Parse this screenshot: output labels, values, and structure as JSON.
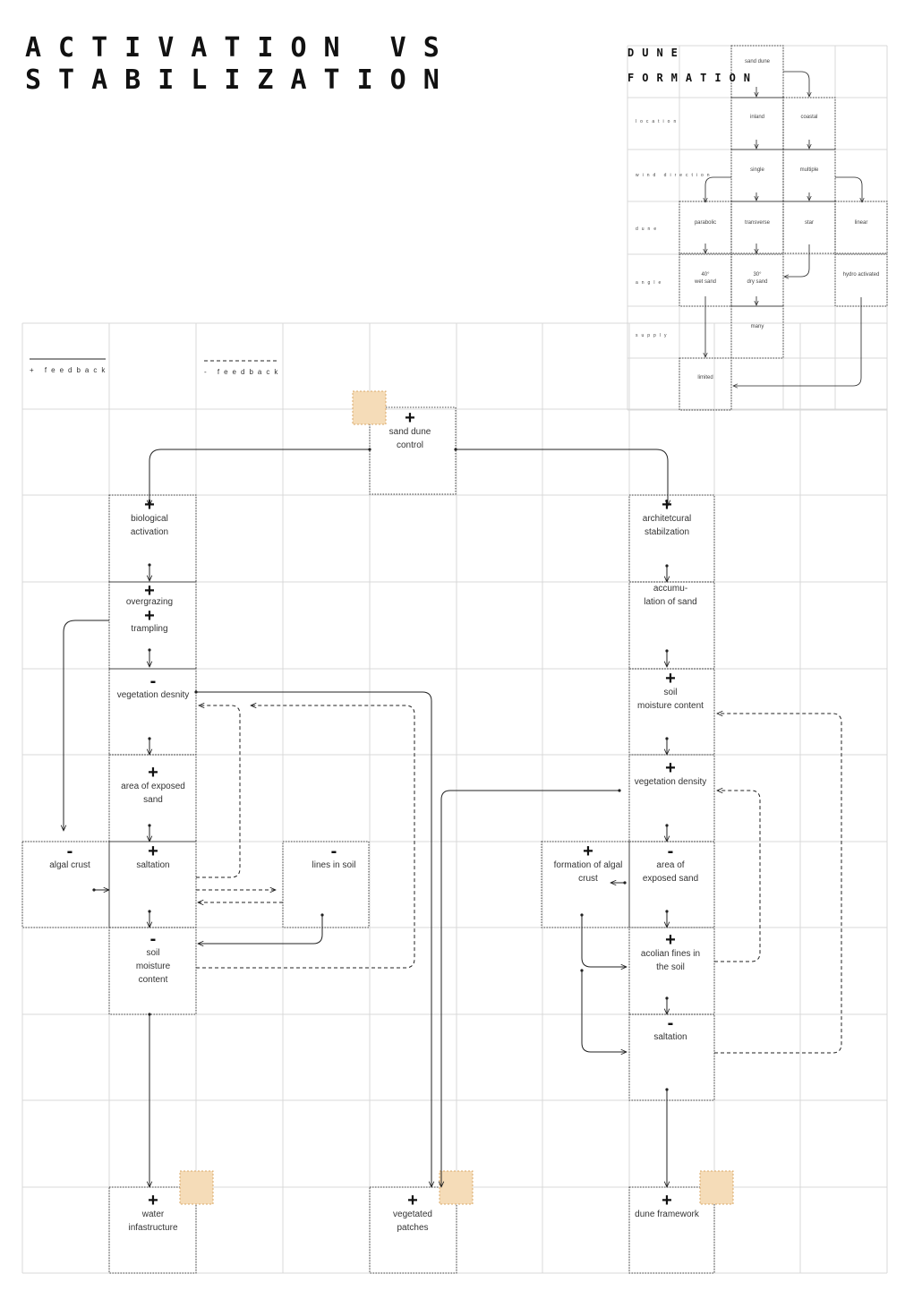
{
  "title": {
    "line1": "ACTIVATION VS",
    "line2": "STABILIZATION"
  },
  "dune_formation": {
    "title_line1": "DUNE",
    "title_line2": "FORMATION",
    "row_labels": [
      "location",
      "wind direction",
      "dune",
      "angle",
      "supply"
    ],
    "cells": {
      "sand_dune": "sand dune",
      "inland": "inland",
      "coastal": "coastal",
      "single": "single",
      "multiple": "multiple",
      "parabolic": "parabolic",
      "transverse": "transverse",
      "star": "star",
      "linear": "linear",
      "wet_sand": "40°\nwet sand",
      "dry_sand": "30°\ndry sand",
      "hydro_activated": "hydro activated",
      "many": "many",
      "limited": "limited"
    }
  },
  "legend": {
    "positive": "+ feedback",
    "negative": "- feedback"
  },
  "nodes": {
    "sand_dune_control": {
      "sign": "+",
      "label": "sand dune\ncontrol"
    },
    "biological_activation": {
      "sign": "+",
      "label": "biological\nactivation"
    },
    "overgrazing": "overgrazing",
    "trampling": "trampling",
    "overgrazing_sign": "+",
    "trampling_sign": "+",
    "vegetation_desnity": {
      "sign": "-",
      "label": "vegetation desnity"
    },
    "area_exposed_sand_left": {
      "sign": "+",
      "label": "area of exposed\nsand"
    },
    "algal_crust": {
      "sign": "-",
      "label": "algal crust"
    },
    "saltation_left": {
      "sign": "+",
      "label": "saltation"
    },
    "lines_in_soil": {
      "sign": "-",
      "label": "lines in soil"
    },
    "soil_moisture_left": {
      "sign": "-",
      "label": "soil\nmoisture\ncontent"
    },
    "architectural_stabilization": {
      "sign": "+",
      "label": "architetcural\nstabilzation"
    },
    "accumulation_of_sand": {
      "sign": "",
      "label": "accumu-\nlation of sand"
    },
    "soil_moisture_right": {
      "sign": "+",
      "label": "soil\nmoisture content"
    },
    "vegetation_density_right": {
      "sign": "+",
      "label": "vegetation density"
    },
    "formation_algal_crust": {
      "sign": "+",
      "label": "formation of algal\ncrust"
    },
    "area_exposed_sand_right": {
      "sign": "-",
      "label": "area of\nexposed sand"
    },
    "acolian_fines": {
      "sign": "+",
      "label": "acolian fines in\nthe soil"
    },
    "saltation_right": {
      "sign": "-",
      "label": "saltation"
    },
    "water_infastructure": {
      "sign": "+",
      "label": "water\ninfastructure"
    },
    "vegetated_patches": {
      "sign": "+",
      "label": "vegetated\npatches"
    },
    "dune_framework": {
      "sign": "+",
      "label": "dune framework"
    }
  },
  "colors": {
    "accent_square": "#f5dcb8",
    "accent_square_border": "#d9a86a",
    "grid": "#d6d6d6",
    "line": "#222222"
  }
}
